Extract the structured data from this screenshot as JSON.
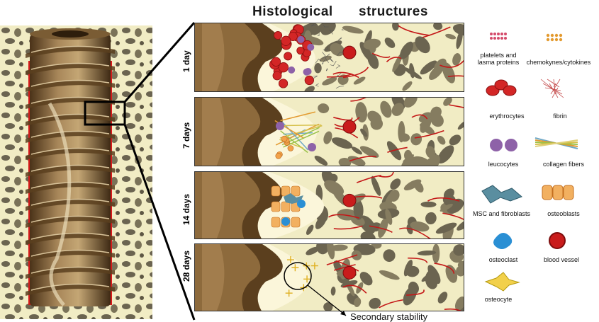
{
  "figure": {
    "title_part1": "Histological",
    "title_part2": "structures"
  },
  "timepoints": [
    {
      "label": "1 day"
    },
    {
      "label": "7 days"
    },
    {
      "label": "14 days"
    },
    {
      "label": "28 days"
    }
  ],
  "legend": [
    {
      "label_line1": "platelets and",
      "label_line2": "lasma proteins",
      "icon": "platelets-icon"
    },
    {
      "label_line1": "chemokynes/cytokines",
      "label_line2": "",
      "icon": "chemokines-icon"
    },
    {
      "label_line1": "erythrocytes",
      "label_line2": "",
      "icon": "erythrocytes-icon"
    },
    {
      "label_line1": "fibrin",
      "label_line2": "",
      "icon": "fibrin-icon"
    },
    {
      "label_line1": "leucocytes",
      "label_line2": "",
      "icon": "leucocytes-icon"
    },
    {
      "label_line1": "collagen fibers",
      "label_line2": "",
      "icon": "collagen-fibers-icon"
    },
    {
      "label_line1": "MSC and fibroblasts",
      "label_line2": "",
      "icon": "msc-fibroblasts-icon"
    },
    {
      "label_line1": "osteoblasts",
      "label_line2": "",
      "icon": "osteoblasts-icon"
    },
    {
      "label_line1": "osteoclast",
      "label_line2": "",
      "icon": "osteoclast-icon"
    },
    {
      "label_line1": "blood vessel",
      "label_line2": "",
      "icon": "blood-vessel-icon"
    },
    {
      "label_line1": "osteocyte",
      "label_line2": "",
      "icon": "osteocyte-icon"
    }
  ],
  "annotation": {
    "secondary_stability": "Secondary stability"
  },
  "colors": {
    "bone": "#f1ecc4",
    "bone_pore": "#6b6450",
    "implant": "#8a6a3f",
    "implant_dark": "#3e2a14",
    "blood": "#d01a1a",
    "vessel": "#c41818"
  }
}
